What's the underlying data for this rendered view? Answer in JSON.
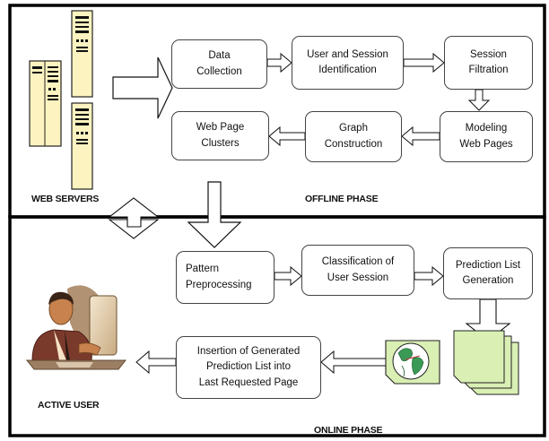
{
  "offline": {
    "boxes": {
      "data_collection": "Data\nCollection",
      "user_session_identification": "User and Session\nIdentification",
      "session_filtration": "Session\nFiltration",
      "modeling_web_pages": "Modeling\nWeb Pages",
      "graph_construction": "Graph\nConstruction",
      "web_page_clusters": "Web Page\nClusters"
    },
    "web_servers_label": "WEB SERVERS",
    "phase_label": "OFFLINE PHASE"
  },
  "online": {
    "boxes": {
      "pattern_preprocessing": "Pattern\nPreprocessing",
      "classification_user_session": "Classification of\nUser Session",
      "prediction_list_generation": "Prediction List\nGeneration",
      "insertion": "Insertion of Generated\nPrediction List into\nLast Requested Page"
    },
    "active_user_label": "ACTIVE USER",
    "phase_label": "ONLINE PHASE"
  },
  "colors": {
    "server_fill": "#fdf3c0",
    "document_fill": "#d9efb4",
    "globe_fill": "#3a9a55",
    "skin": "#c7824d",
    "suit": "#7a3a2b"
  }
}
